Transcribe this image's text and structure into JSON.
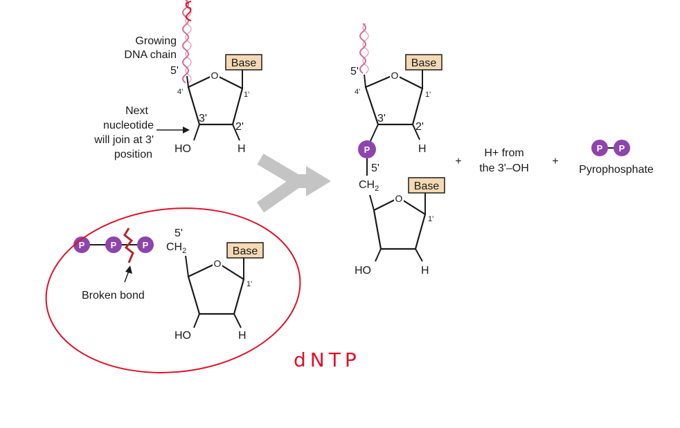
{
  "colors": {
    "phosphate": "#8e44ad",
    "base_box": "#f4d9b4",
    "dna_strand": "#d4688a",
    "arrow": "#c4c4c4",
    "annotation": "#e0102a",
    "broken_bond": "#b3262b"
  },
  "left_top": {
    "chain_label_1": "Growing",
    "chain_label_2": "DNA chain",
    "five_prime": "5'",
    "four_prime": "4'",
    "one_prime": "1'",
    "three_prime": "3'",
    "two_prime": "2'",
    "ring_o": "O",
    "base": "Base",
    "ho": "HO",
    "h": "H",
    "next_1": "Next",
    "next_2": "nucleotide",
    "next_3": "will join at 3'",
    "next_4": "position"
  },
  "dntp": {
    "p1": "P",
    "p2": "P",
    "p3": "P",
    "five_prime": "5'",
    "ch2": "CH",
    "ch2_sub": "2",
    "base": "Base",
    "ring_o": "O",
    "one_prime": "1'",
    "ho": "HO",
    "h": "H",
    "broken_bond": "Broken bond",
    "handwritten": "dNTP"
  },
  "product": {
    "five_prime_top": "5'",
    "four_prime": "4'",
    "one_prime": "1'",
    "three_prime": "3'",
    "two_prime": "2'",
    "ring_o": "O",
    "base_top": "Base",
    "h_top": "H",
    "p": "P",
    "five_prime_link": "5'",
    "ch2": "CH",
    "ch2_sub": "2",
    "base_bottom": "Base",
    "ring_o2": "O",
    "one_prime2": "1'",
    "ho": "HO",
    "h_bottom": "H"
  },
  "byproducts": {
    "plus_1": "+",
    "h_from_1": "H+ from",
    "h_from_2": "the 3'–OH",
    "plus_2": "+",
    "pp_1": "P",
    "pp_2": "P",
    "pyrophosphate": "Pyrophosphate"
  }
}
